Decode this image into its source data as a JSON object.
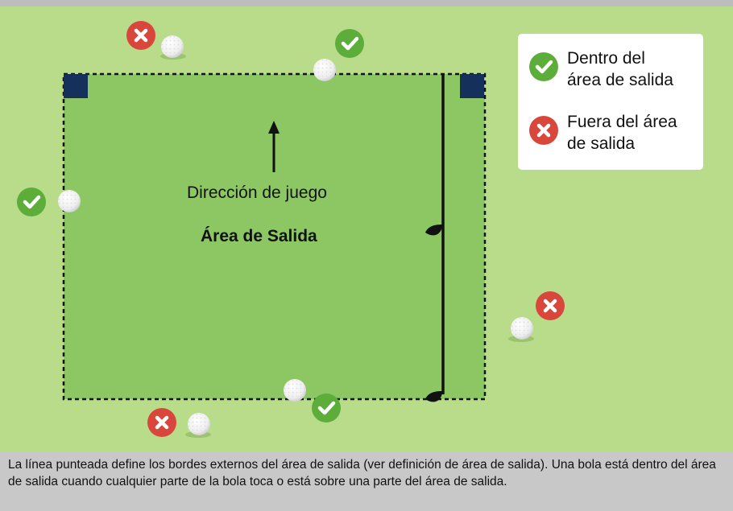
{
  "diagram": {
    "direction_label": "Dirección de juego",
    "area_label": "Área de Salida"
  },
  "legend": {
    "inside_label": "Dentro del\nárea de salida",
    "outside_label": "Fuera del área\nde salida",
    "inside_icon": "check-icon",
    "outside_icon": "cross-icon"
  },
  "caption": {
    "text": "La línea punteada define los bordes externos del área de salida (ver definición de área de salida). Una bola está dentro del área de salida cuando cualquier parte de la bola toca o está sobre una parte del área de salida."
  },
  "colors": {
    "field": "#b9dc8a",
    "teeing_area": "#8cc763",
    "marker": "#15305a",
    "inside": "#5dad3b",
    "outside": "#d9473c"
  }
}
